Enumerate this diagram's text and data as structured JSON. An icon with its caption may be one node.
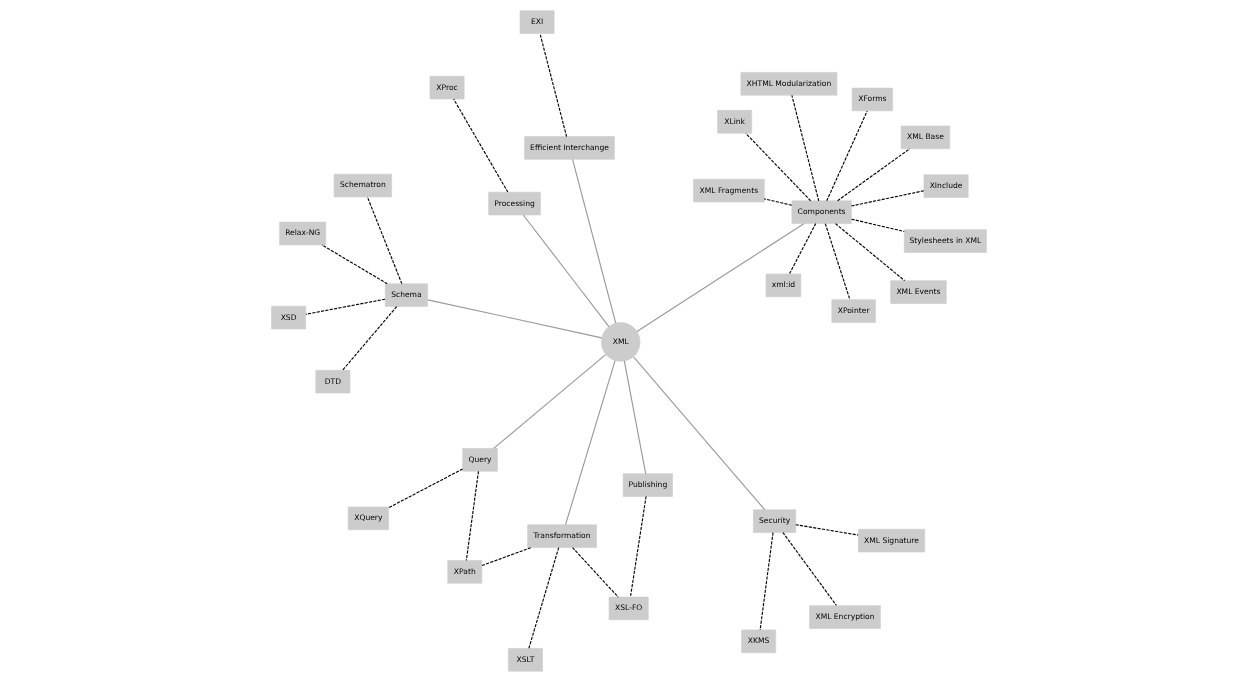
{
  "diagram": {
    "nodes": [
      {
        "text": [
          "XML"
        ]
      },
      {
        "text": [
          "Components"
        ]
      },
      {
        "text": [
          "Schema"
        ]
      },
      {
        "text": [
          "Processing"
        ]
      },
      {
        "text": [
          "Security"
        ]
      },
      {
        "text": [
          "Query"
        ]
      },
      {
        "text": [
          "Transformation"
        ]
      },
      {
        "text": [
          "Publishing"
        ]
      },
      {
        "text": [
          "Efficient Interchange"
        ]
      },
      {
        "text": [
          "XML Events"
        ]
      },
      {
        "text": [
          "xml:id"
        ]
      },
      {
        "text": [
          "XML Fragments"
        ]
      },
      {
        "text": [
          "XInclude"
        ]
      },
      {
        "text": [
          "XML Base"
        ]
      },
      {
        "text": [
          "XForms"
        ]
      },
      {
        "text": [
          "XPointer"
        ]
      },
      {
        "text": [
          "Stylesheets in XML"
        ]
      },
      {
        "text": [
          "XHTML Modularization"
        ]
      },
      {
        "text": [
          "XLink"
        ]
      },
      {
        "text": [
          "Relax-NG"
        ]
      },
      {
        "text": [
          "XSD"
        ]
      },
      {
        "text": [
          "DTD"
        ]
      },
      {
        "text": [
          "Schematron"
        ]
      },
      {
        "text": [
          "EXI"
        ]
      },
      {
        "text": [
          "XProc"
        ]
      },
      {
        "text": [
          "XML Encryption"
        ]
      },
      {
        "text": [
          "XSL-FO"
        ]
      },
      {
        "text": [
          "XKMS"
        ]
      },
      {
        "text": [
          "XQuery"
        ]
      },
      {
        "text": [
          "XPath"
        ]
      },
      {
        "text": [
          "XSLT"
        ]
      },
      {
        "text": [
          "XML Signature"
        ]
      }
    ],
    "edges": [
      {
        "from": 0,
        "to": 1,
        "arrow": "none",
        "color": "#999999"
      },
      {
        "from": 0,
        "to": 2,
        "arrow": "none",
        "color": "#999999"
      },
      {
        "from": 0,
        "to": 3,
        "arrow": "none",
        "color": "#999999"
      },
      {
        "from": 0,
        "to": 4,
        "arrow": "none",
        "color": "#999999"
      },
      {
        "from": 0,
        "to": 5,
        "arrow": "none",
        "color": "#999999"
      },
      {
        "from": 0,
        "to": 6,
        "arrow": "none",
        "color": "#999999"
      },
      {
        "from": 0,
        "to": 7,
        "arrow": "none",
        "color": "#999999"
      },
      {
        "from": 0,
        "to": 8,
        "arrow": "none",
        "color": "#999999"
      },
      {
        "from": 1,
        "to": 9,
        "arrow": "none",
        "style": "dashed"
      },
      {
        "from": 1,
        "to": 10,
        "arrow": "none",
        "style": "dashed"
      },
      {
        "from": 1,
        "to": 11,
        "arrow": "none",
        "style": "dashed"
      },
      {
        "from": 1,
        "to": 12,
        "arrow": "none",
        "style": "dashed"
      },
      {
        "from": 1,
        "to": 13,
        "arrow": "none",
        "style": "dashed"
      },
      {
        "from": 1,
        "to": 14,
        "arrow": "none",
        "style": "dashed"
      },
      {
        "from": 1,
        "to": 15,
        "arrow": "none",
        "style": "dashed"
      },
      {
        "from": 1,
        "to": 16,
        "arrow": "none",
        "style": "dashed"
      },
      {
        "from": 1,
        "to": 17,
        "arrow": "none",
        "style": "dashed"
      },
      {
        "from": 1,
        "to": 18,
        "arrow": "none",
        "style": "dashed"
      },
      {
        "from": 2,
        "to": 19,
        "arrow": "none",
        "style": "dashed"
      },
      {
        "from": 2,
        "to": 20,
        "arrow": "none",
        "style": "dashed"
      },
      {
        "from": 2,
        "to": 21,
        "arrow": "none",
        "style": "dashed"
      },
      {
        "from": 2,
        "to": 22,
        "arrow": "none",
        "style": "dashed"
      },
      {
        "from": 8,
        "to": 23,
        "arrow": "none",
        "style": "dashed"
      },
      {
        "from": 3,
        "to": 24,
        "arrow": "none",
        "style": "dashed"
      },
      {
        "from": 4,
        "to": 25,
        "arrow": "none",
        "style": "dashed"
      },
      {
        "from": 4,
        "to": 27,
        "arrow": "none",
        "style": "dashed"
      },
      {
        "from": 4,
        "to": 31,
        "arrow": "none",
        "style": "dashed"
      },
      {
        "from": 5,
        "to": 28,
        "arrow": "none",
        "style": "dashed"
      },
      {
        "from": 5,
        "to": 29,
        "arrow": "none",
        "style": "dashed"
      },
      {
        "from": 6,
        "to": 29,
        "arrow": "none",
        "style": "dashed"
      },
      {
        "from": 6,
        "to": 30,
        "arrow": "none",
        "style": "dashed"
      },
      {
        "from": 6,
        "to": 26,
        "arrow": "none",
        "style": "dashed"
      },
      {
        "from": 7,
        "to": 26,
        "arrow": "none",
        "style": "dashed"
      }
    ]
  }
}
